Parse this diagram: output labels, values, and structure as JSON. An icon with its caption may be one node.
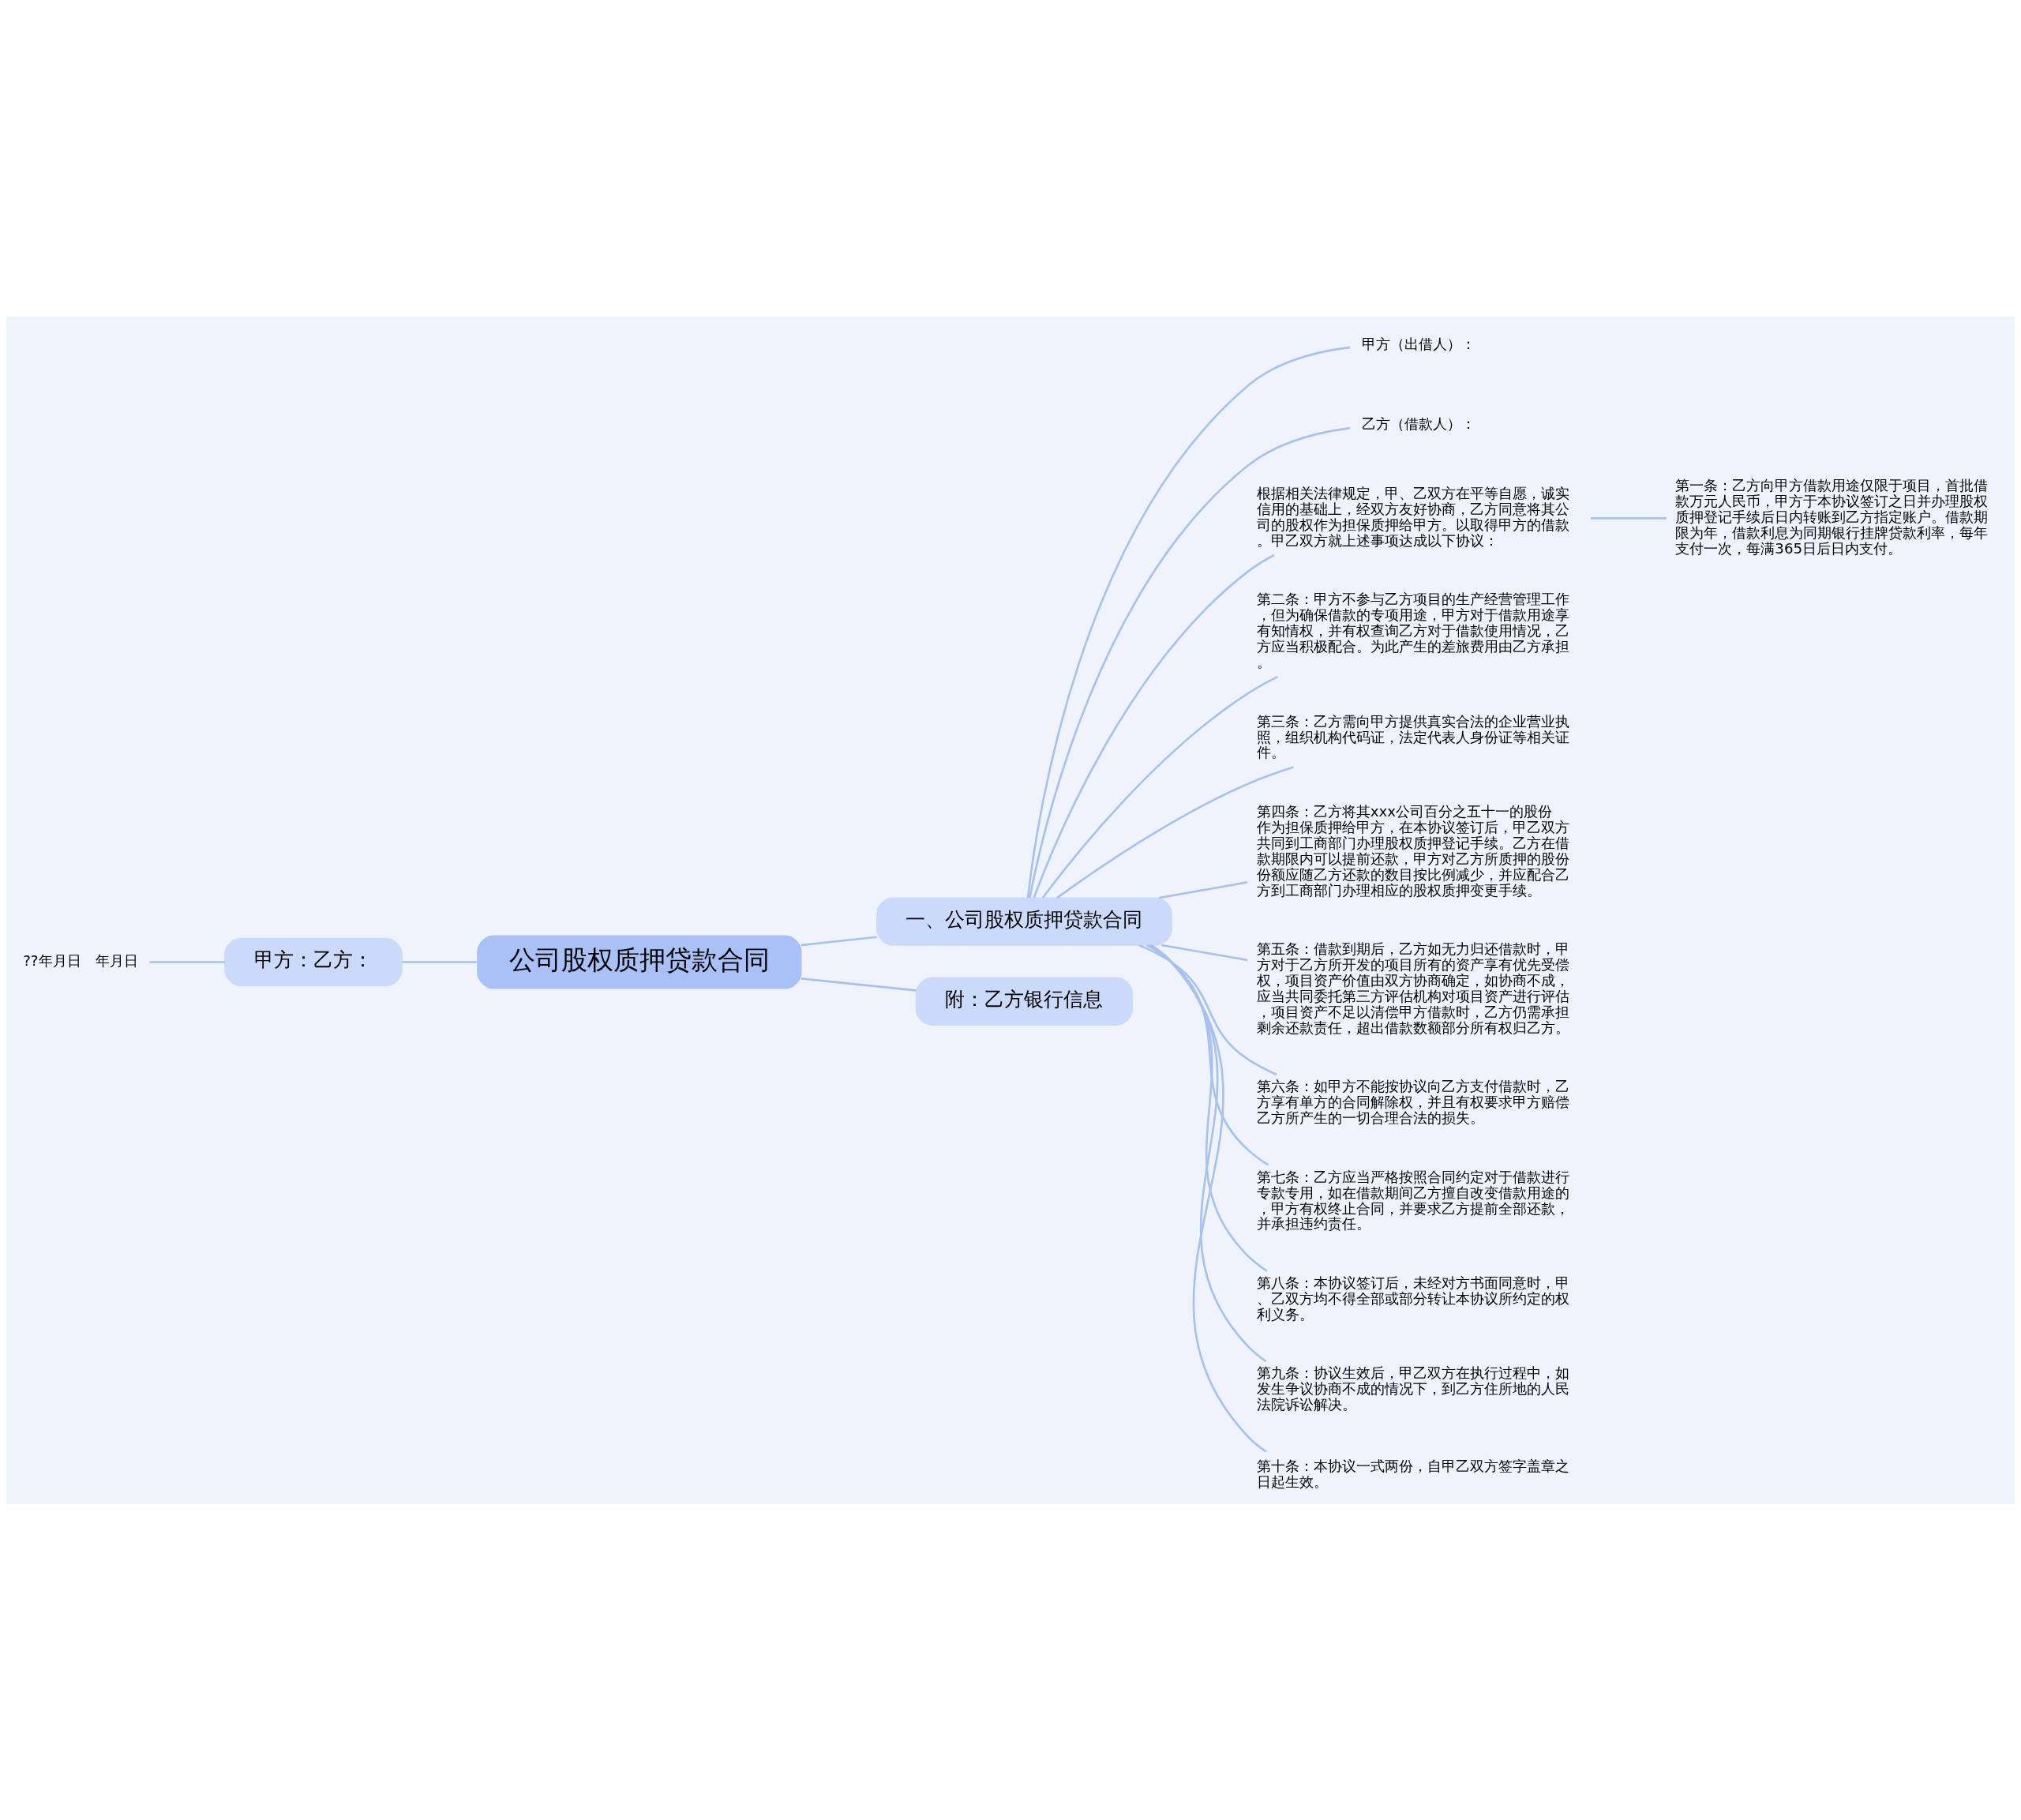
{
  "diagram": {
    "nodes": [
      {
        "text": [
          "公司股权质押贷款合同"
        ]
      },
      {
        "text": [
          "一、公司股权质押贷款合同"
        ]
      },
      {
        "text": [
          "甲方（出借人）："
        ]
      },
      {
        "text": [
          "乙方（借款人）："
        ]
      },
      {
        "text": [
          "根据相关法律规定，甲、乙双方在平等自愿，诚实信用的基础上，经双方友好协商，乙方同意将其公司的股权作为担保质押给甲方。以取得甲方的借款。甲乙双方就上述事项达成以下协议："
        ]
      },
      {
        "text": [
          "第一条：乙方向甲方借款用途仅限于项目，首批借款万元人民币，甲方于本协议签订之日并办理股权质押登记手续后日内转账到乙方指定账户。借款期限为年，借款利息为同期银行挂牌贷款利率，每年支付一次，每满365日后日内支付。"
        ]
      },
      {
        "text": [
          "第二条：甲方不参与乙方项目的生产经营管理工作，但为确保借款的专项用途，甲方对于借款用途享有知情权，并有权查询乙方对于借款使用情况，乙方应当积极配合。为此产生的差旅费用由乙方承担。"
        ]
      },
      {
        "text": [
          "第三条：乙方需向甲方提供真实合法的企业营业执照，组织机构代码证，法定代表人身份证等相关证件。"
        ]
      },
      {
        "text": [
          "第四条：乙方将其xxx公司百分之五十一的股份作为担保质押给甲方，在本协议签订后，甲乙双方共同到工商部门办理股权质押登记手续。乙方在借款期限内可以提前还款，甲方对乙方所质押的股份份额应随乙方还款的数目按比例减少，并应配合乙方到工商部门办理相应的股权质押变更手续。"
        ]
      },
      {
        "text": [
          "第五条：借款到期后，乙方如无力归还借款时，甲方对于乙方所开发的项目所有的资产享有优先受偿权，项目资产价值由双方协商确定，如协商不成，应当共同委托第三方评估机构对项目资产进行评估，项目资产不足以清偿甲方借款时，乙方仍需承担剩余还款责任，超出借款数额部分所有权归乙方。"
        ]
      },
      {
        "text": [
          "第六条：如甲方不能按协议向乙方支付借款时，乙方享有单方的合同解除权，并且有权要求甲方赔偿乙方所产生的一切合理合法的损失。"
        ]
      },
      {
        "text": [
          "第七条：乙方应当严格按照合同约定对于借款进行专款专用，如在借款期间乙方擅自改变借款用途的，甲方有权终止合同，并要求乙方提前全部还款，并承担违约责任。"
        ]
      },
      {
        "text": [
          "第八条：本协议签订后，未经对方书面同意时，甲、乙双方均不得全部或部分转让本协议所约定的权利义务。"
        ]
      },
      {
        "text": [
          "第九条：协议生效后，甲乙双方在执行过程中，如发生争议协商不成的情况下，到乙方住所地的人民法院诉讼解决。"
        ]
      },
      {
        "text": [
          "第十条：本协议一式两份，自甲乙双方签字盖章之日起生效。"
        ]
      },
      {
        "text": [
          "附：乙方银行信息"
        ]
      },
      {
        "text": [
          "甲方：乙方："
        ]
      },
      {
        "text": [
          "??年月日　年月日"
        ]
      }
    ],
    "edges": [
      {
        "from": 0,
        "to": 1,
        "arrow": "none"
      },
      {
        "from": 1,
        "to": 2,
        "arrow": "none"
      },
      {
        "from": 1,
        "to": 3,
        "arrow": "none"
      },
      {
        "from": 1,
        "to": 4,
        "arrow": "none"
      },
      {
        "from": 4,
        "to": 5,
        "arrow": "none"
      },
      {
        "from": 1,
        "to": 6,
        "arrow": "none"
      },
      {
        "from": 1,
        "to": 7,
        "arrow": "none"
      },
      {
        "from": 1,
        "to": 8,
        "arrow": "none"
      },
      {
        "from": 1,
        "to": 9,
        "arrow": "none"
      },
      {
        "from": 1,
        "to": 10,
        "arrow": "none"
      },
      {
        "from": 1,
        "to": 11,
        "arrow": "none"
      },
      {
        "from": 1,
        "to": 12,
        "arrow": "none"
      },
      {
        "from": 1,
        "to": 13,
        "arrow": "none"
      },
      {
        "from": 1,
        "to": 14,
        "arrow": "none"
      },
      {
        "from": 0,
        "to": 15,
        "arrow": "none"
      },
      {
        "from": 0,
        "to": 16,
        "arrow": "none"
      },
      {
        "from": 16,
        "to": 17,
        "arrow": "none"
      }
    ]
  }
}
